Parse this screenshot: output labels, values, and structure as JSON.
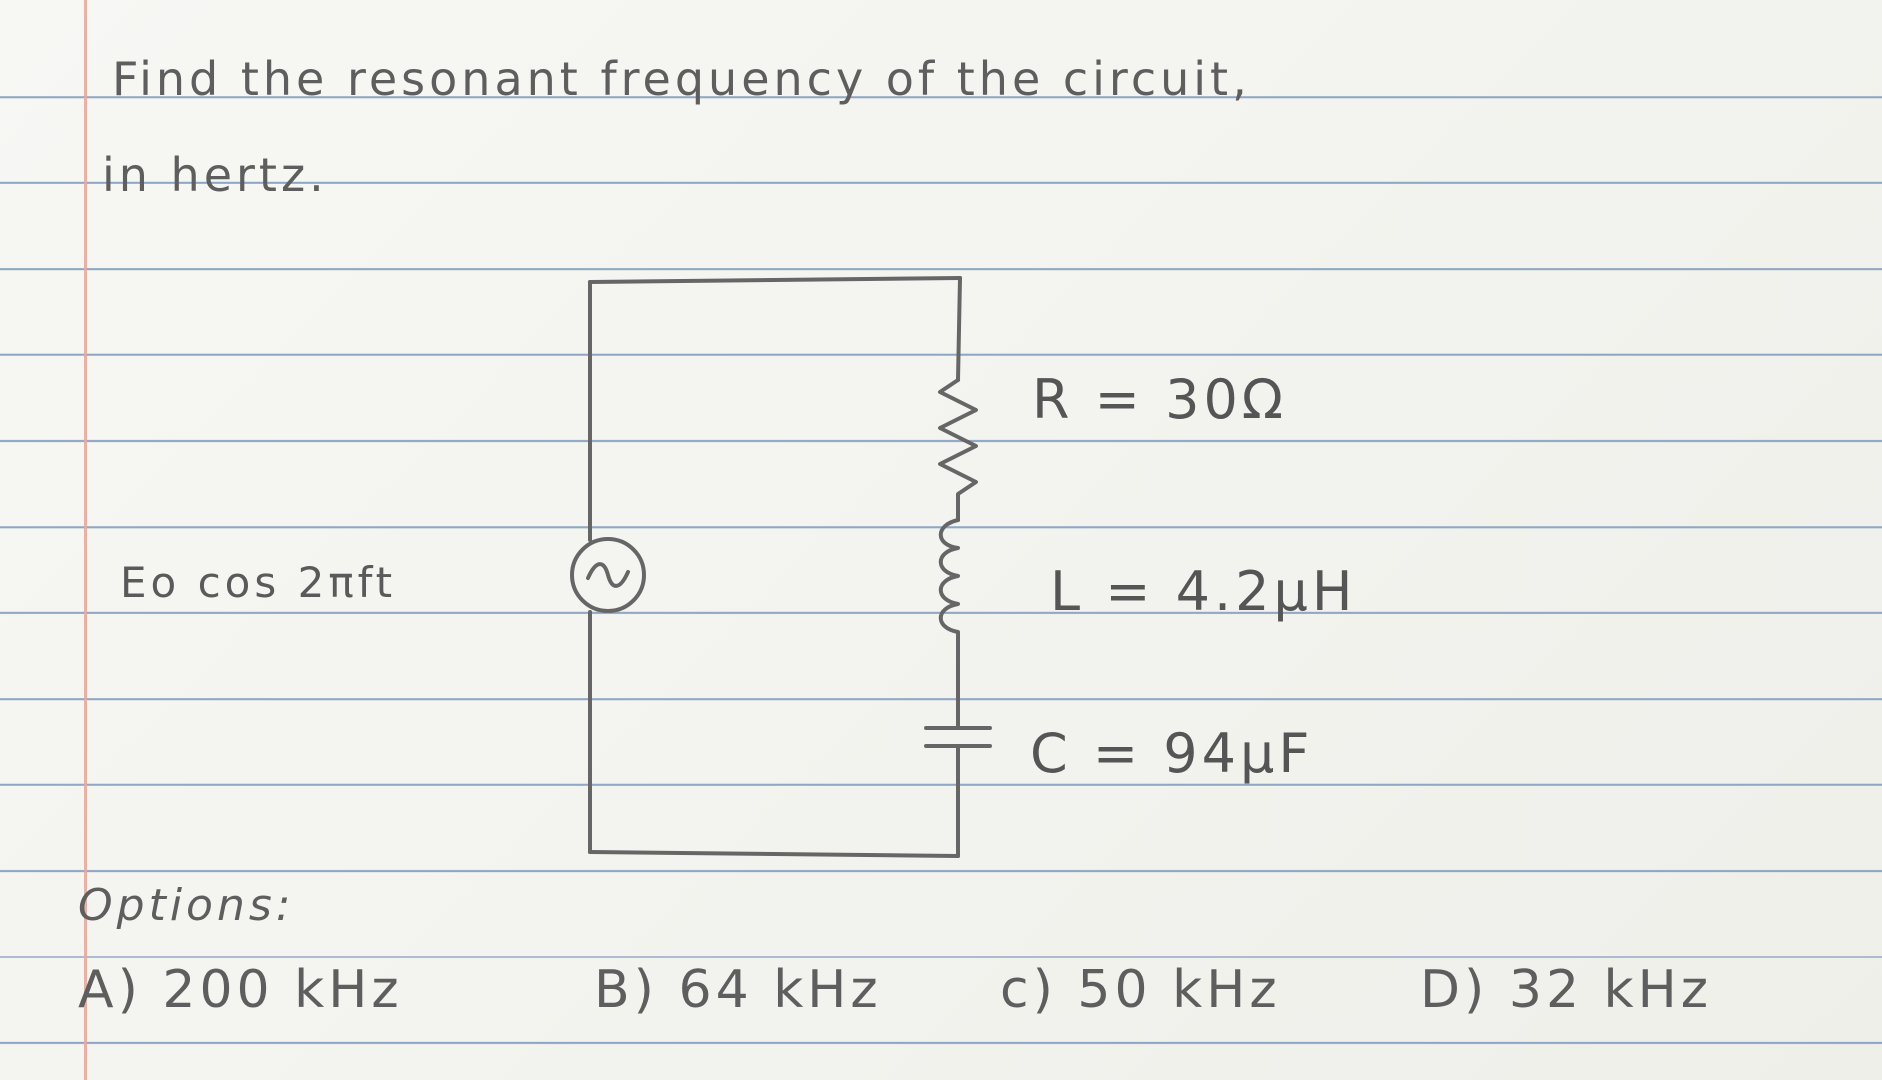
{
  "question": {
    "line1": "Find the resonant frequency of the circuit,",
    "line2": "in hertz."
  },
  "circuit": {
    "source_label": "Eo cos 2πft",
    "source_icon": "ac-source-icon",
    "resistor_label": "R = 30Ω",
    "inductor_label": "L = 4.2μH",
    "capacitor_label": "C = 94μF"
  },
  "options": {
    "title": "Options:",
    "a": "A) 200 kHz",
    "b": "B) 64 kHz",
    "c": "c) 50 kHz",
    "d": "D) 32 kHz"
  },
  "colors": {
    "ink": "#5e5e5e",
    "rule_lines": "#8fa7c4",
    "margin_line": "#e9a89a",
    "paper": "#f4f4f1"
  }
}
